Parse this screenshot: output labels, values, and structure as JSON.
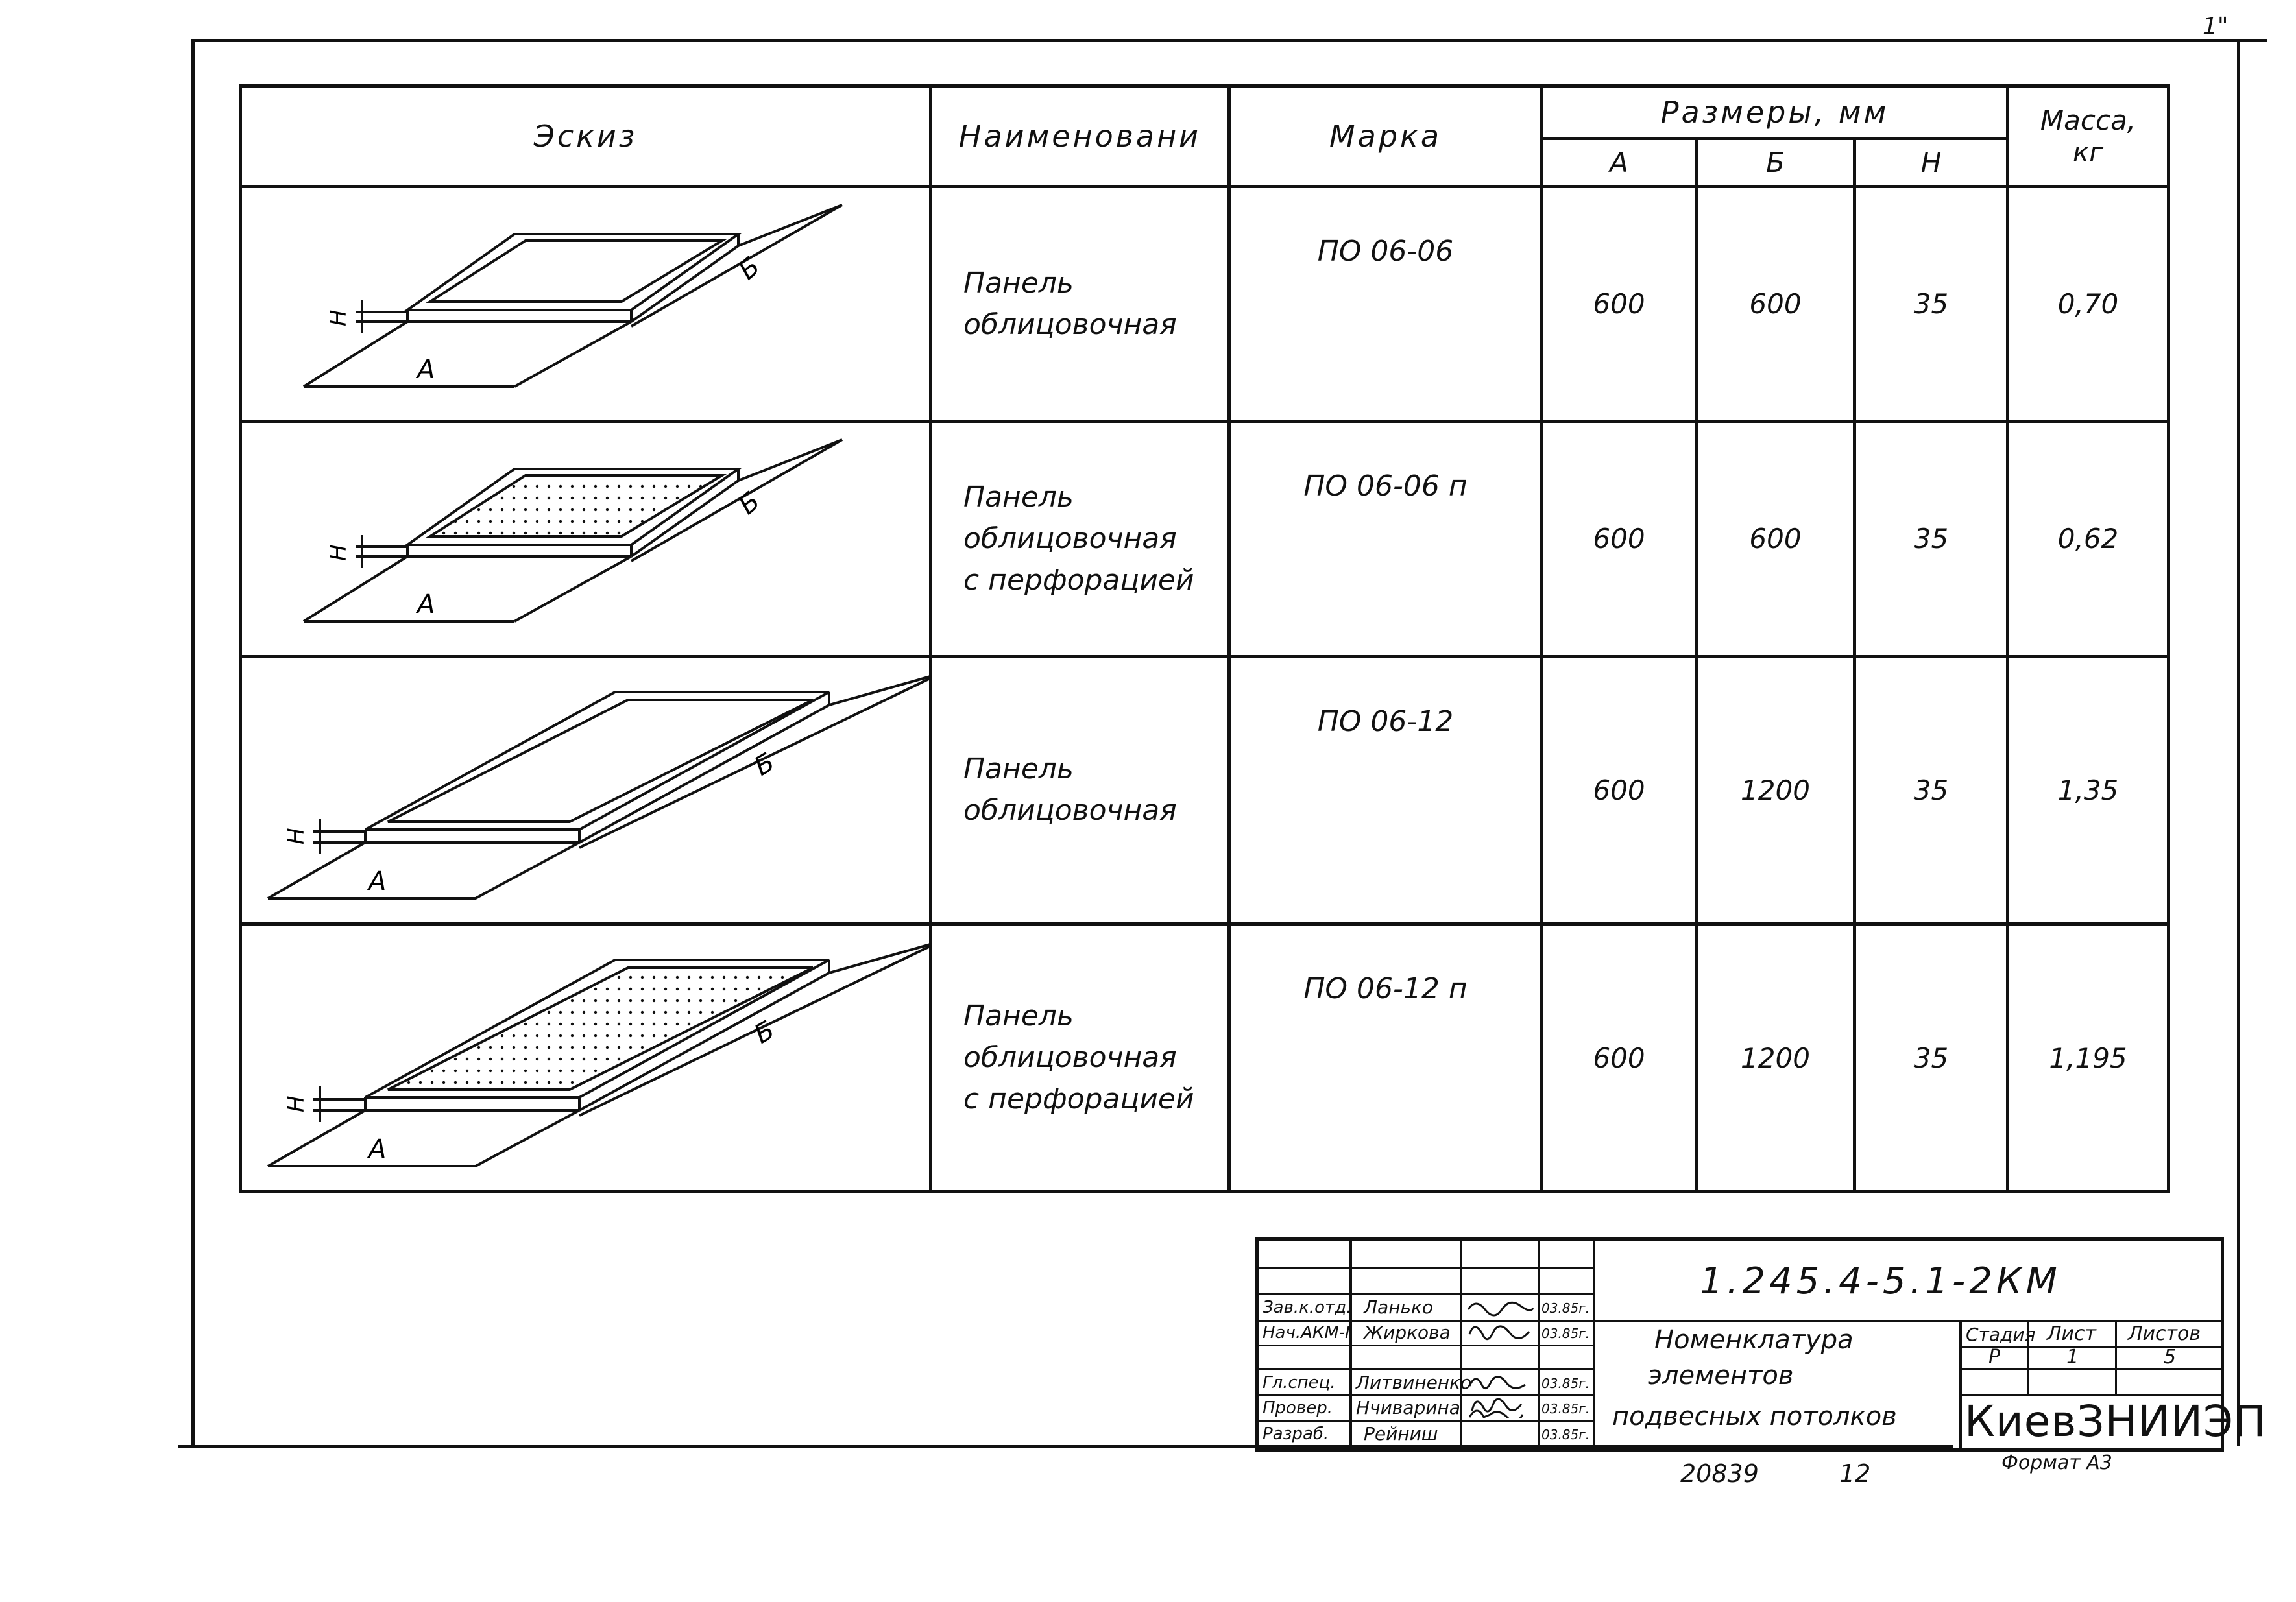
{
  "table": {
    "headers": {
      "sketch": "Эскиз",
      "name": "Наименовани",
      "mark": "Марка",
      "dimensions": "Размеры, мм",
      "dim_a": "А",
      "dim_b": "Б",
      "dim_h": "Н",
      "mass": "Масса,",
      "mass_unit": "кг"
    },
    "rows": [
      {
        "name_lines": [
          "Панель",
          "облицовочная"
        ],
        "mark": "ПО 06-06",
        "a": "600",
        "b": "600",
        "h": "35",
        "mass": "0,70",
        "perforated": false,
        "long": false
      },
      {
        "name_lines": [
          "Панель",
          "облицовочная",
          "с перфорацией"
        ],
        "mark": "ПО 06-06 п",
        "a": "600",
        "b": "600",
        "h": "35",
        "mass": "0,62",
        "perforated": true,
        "long": false
      },
      {
        "name_lines": [
          "Панель",
          "облицовочная"
        ],
        "mark": "ПО 06-12",
        "a": "600",
        "b": "1200",
        "h": "35",
        "mass": "1,35",
        "perforated": false,
        "long": true
      },
      {
        "name_lines": [
          "Панель",
          "облицовочная",
          "с перфорацией"
        ],
        "mark": "ПО 06-12 п",
        "a": "600",
        "b": "1200",
        "h": "35",
        "mass": "1,195",
        "perforated": true,
        "long": true
      }
    ],
    "sketch_labels": {
      "a": "А",
      "b": "Б",
      "h": "Н"
    }
  },
  "title_block": {
    "code": "1.245.4-5.1-2КМ",
    "title_lines": [
      "Номенклатура",
      "элементов",
      "подвесных потолков"
    ],
    "stage_header": "Стадия",
    "sheet_header": "Лист",
    "sheets_header": "Листов",
    "stage": "Р",
    "sheet": "1",
    "sheets": "5",
    "organization": "КиевЗНИИЭП",
    "signatures": [
      {
        "role": "Зав.к.отд.",
        "name": "Ланько",
        "sign": "",
        "date": "03.85г."
      },
      {
        "role": "Нач.АКМ-I",
        "name": "Жиркова",
        "sign": "",
        "date": "03.85г."
      },
      {
        "role": "",
        "name": "",
        "sign": "",
        "date": ""
      },
      {
        "role": "Гл.спец.",
        "name": "Литвиненко",
        "sign": "",
        "date": "03.85г."
      },
      {
        "role": "Провер.",
        "name": "Нчиварина",
        "sign": "",
        "date": "03.85г."
      },
      {
        "role": "Разраб.",
        "name": "Рейниш",
        "sign": "",
        "date": "03.85г."
      }
    ]
  },
  "footer": {
    "number_1": "20839",
    "number_2": "12",
    "format": "Формат А3"
  },
  "corner_mark": "1\""
}
